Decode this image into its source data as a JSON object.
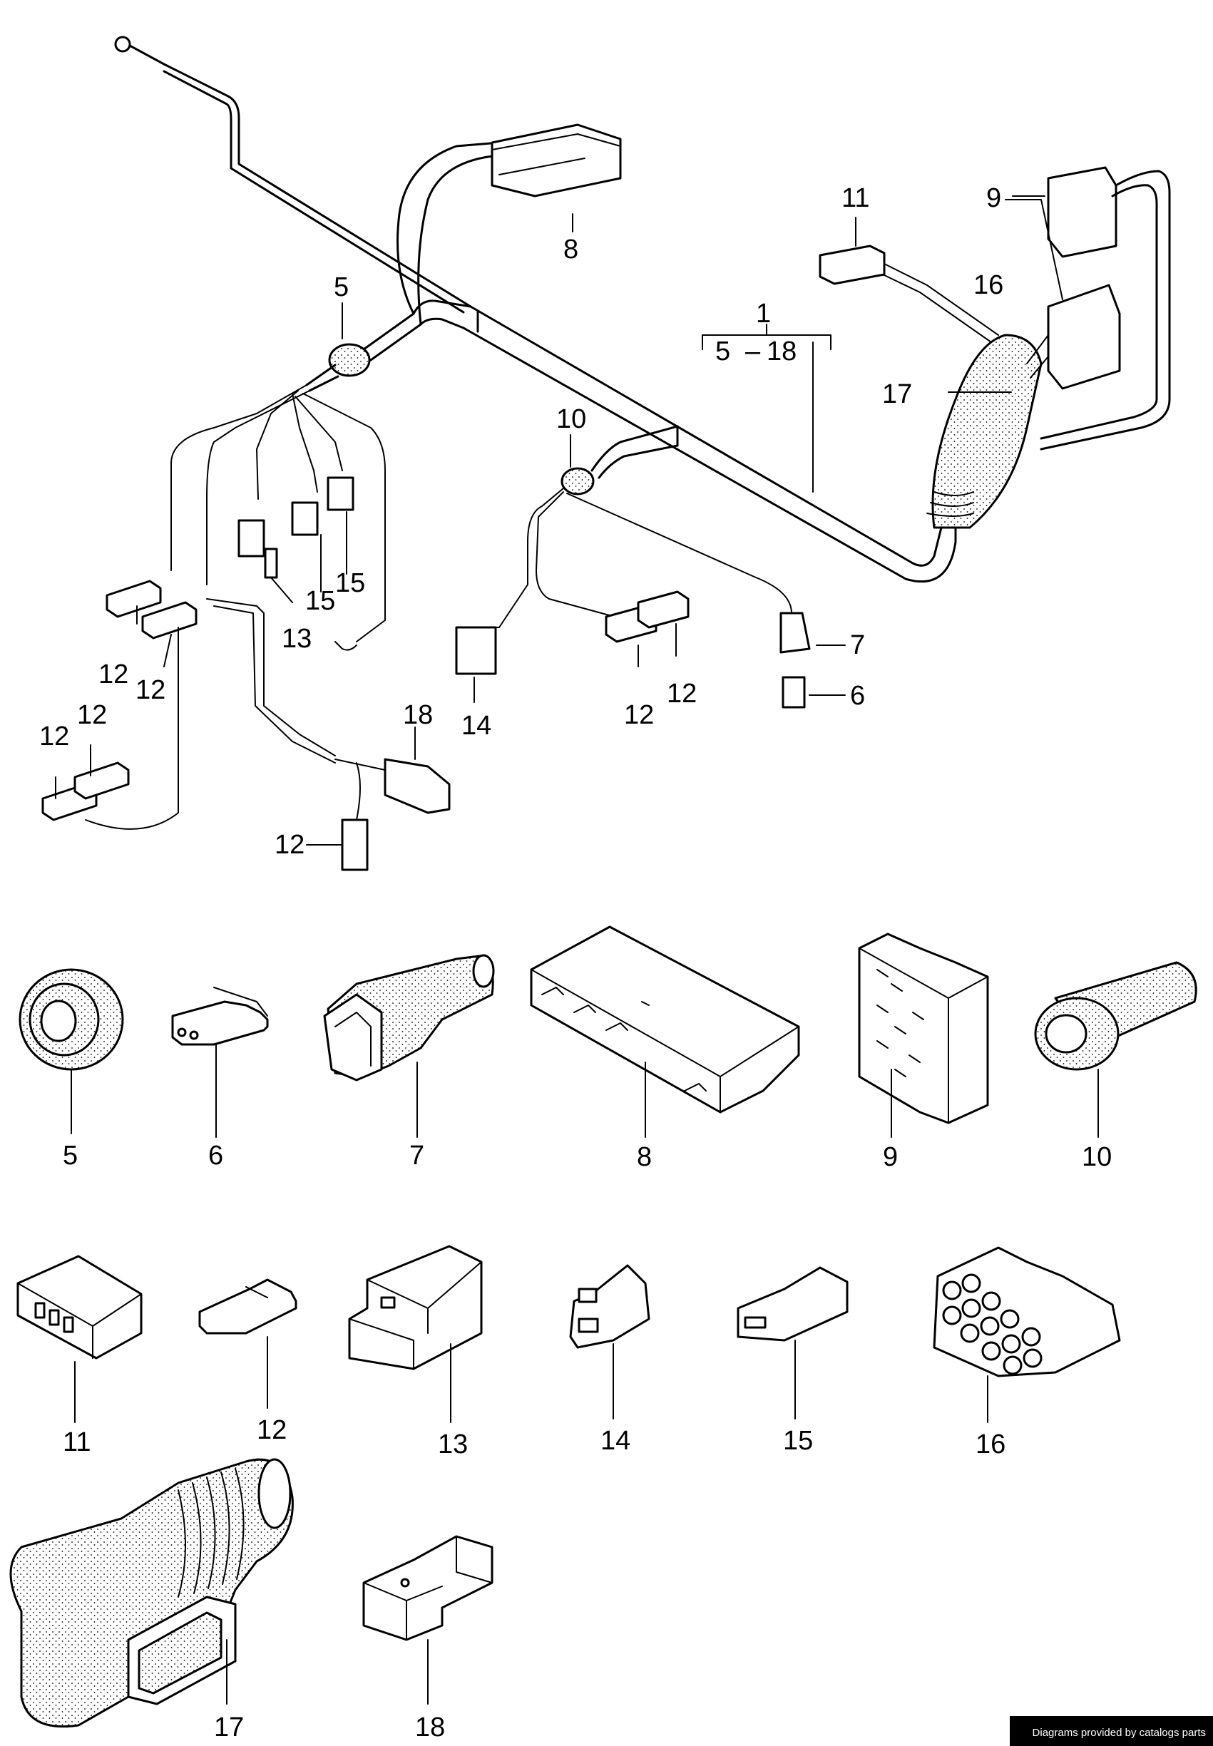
{
  "harness": {
    "label": "1",
    "range": {
      "from": "5",
      "dash": "–",
      "to": "18"
    }
  },
  "callouts": {
    "c5": "5",
    "c6": "6",
    "c7": "7",
    "c8": "8",
    "c9": "9",
    "c10": "10",
    "c11": "11",
    "c12a": "12",
    "c12b": "12",
    "c12c": "12",
    "c12d": "12",
    "c12e": "12",
    "c12f": "12",
    "c12g": "12",
    "c13": "13",
    "c14": "14",
    "c15a": "15",
    "c15b": "15",
    "c16": "16",
    "c17": "17",
    "c18": "18"
  },
  "parts": {
    "p5": "5",
    "p6": "6",
    "p7": "7",
    "p8": "8",
    "p9": "9",
    "p10": "10",
    "p11": "11",
    "p12": "12",
    "p13": "13",
    "p14": "14",
    "p15": "15",
    "p16": "16",
    "p17": "17",
    "p18": "18"
  },
  "footer": {
    "credit": "Diagrams provided by catalogs parts"
  }
}
